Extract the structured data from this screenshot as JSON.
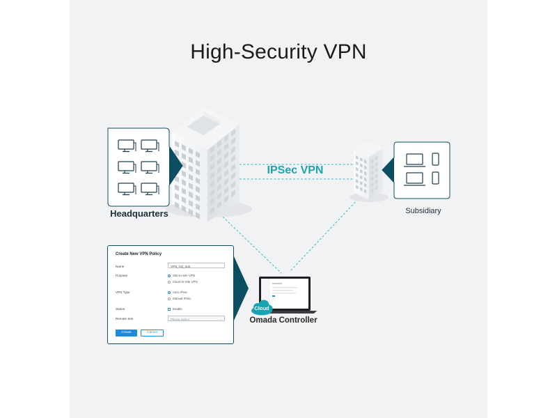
{
  "title": "High-Security VPN",
  "tunnel": {
    "label": "IPSec VPN"
  },
  "sites": {
    "headquarters": "Headquarters",
    "subsidiary": "Subsidiary",
    "controller": "Omada Controller",
    "cloud_badge": "Cloud"
  },
  "icons": {
    "headquarters_devices": "desktop-monitor-icon",
    "subsidiary_devices": [
      "laptop-icon",
      "smartphone-icon"
    ],
    "controller": "laptop-icon",
    "cloud": "cloud-icon"
  },
  "colors": {
    "accent": "#1aa3b3",
    "dark_teal": "#0c4e61",
    "button_blue": "#1d8bd8",
    "background": "#f1f2f4"
  },
  "form": {
    "title": "Create New VPN Policy",
    "name_label": "Name",
    "name_value": "VPN_HQ_Sub",
    "purpose_label": "Purpose",
    "purpose_options": [
      "Site-to-Site VPN",
      "Client-to-Site VPN"
    ],
    "vpn_type_label": "VPN Type",
    "vpn_type_options": [
      "Auto IPsec",
      "Manual IPsec"
    ],
    "status_label": "Status",
    "status_value": "Enable",
    "remote_site_label": "Remote Site",
    "remote_site_placeholder": "Please Select",
    "create_label": "Create",
    "cancel_label": "Cancel"
  }
}
